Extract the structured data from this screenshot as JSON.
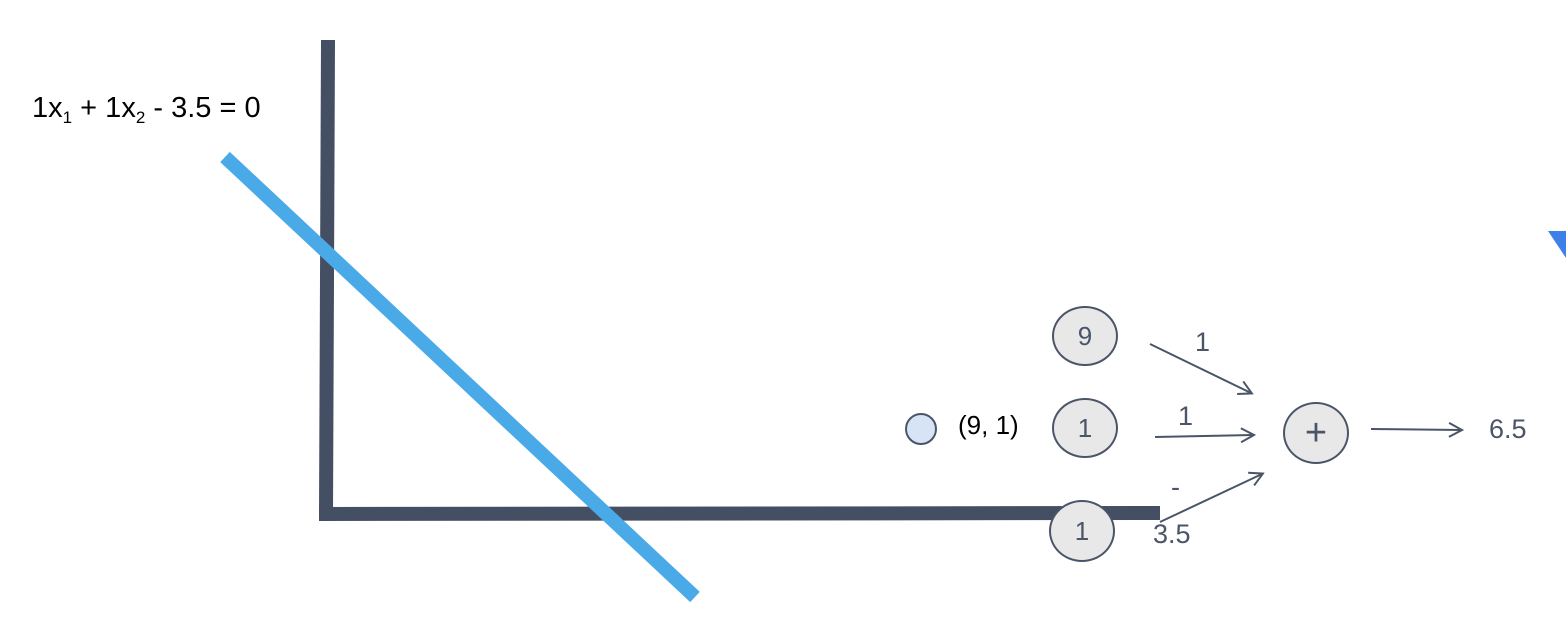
{
  "equation": {
    "coef1": "1",
    "var1": "x",
    "sub1": "1",
    "op1": "+",
    "coef2": "1",
    "var2": "x",
    "sub2": "2",
    "op2": "-",
    "constant": "3.5",
    "equals": "=",
    "rhs": "0"
  },
  "point": {
    "label": "(9, 1)",
    "x": 9,
    "y": 1
  },
  "inputs": [
    {
      "value": "9",
      "weight": "1"
    },
    {
      "value": "1",
      "weight": "1"
    },
    {
      "value": "1",
      "weight_sign": "-",
      "weight_value": "3.5"
    }
  ],
  "sum_node": {
    "symbol": "+"
  },
  "output": {
    "value": "6.5"
  },
  "colors": {
    "axis": "#444f63",
    "boundary_line": "#4aaae8",
    "node_fill": "#e8e8e8",
    "node_stroke": "#4a5568",
    "point_fill": "#d6e4f5",
    "accent_triangle": "#3f7fe8"
  }
}
